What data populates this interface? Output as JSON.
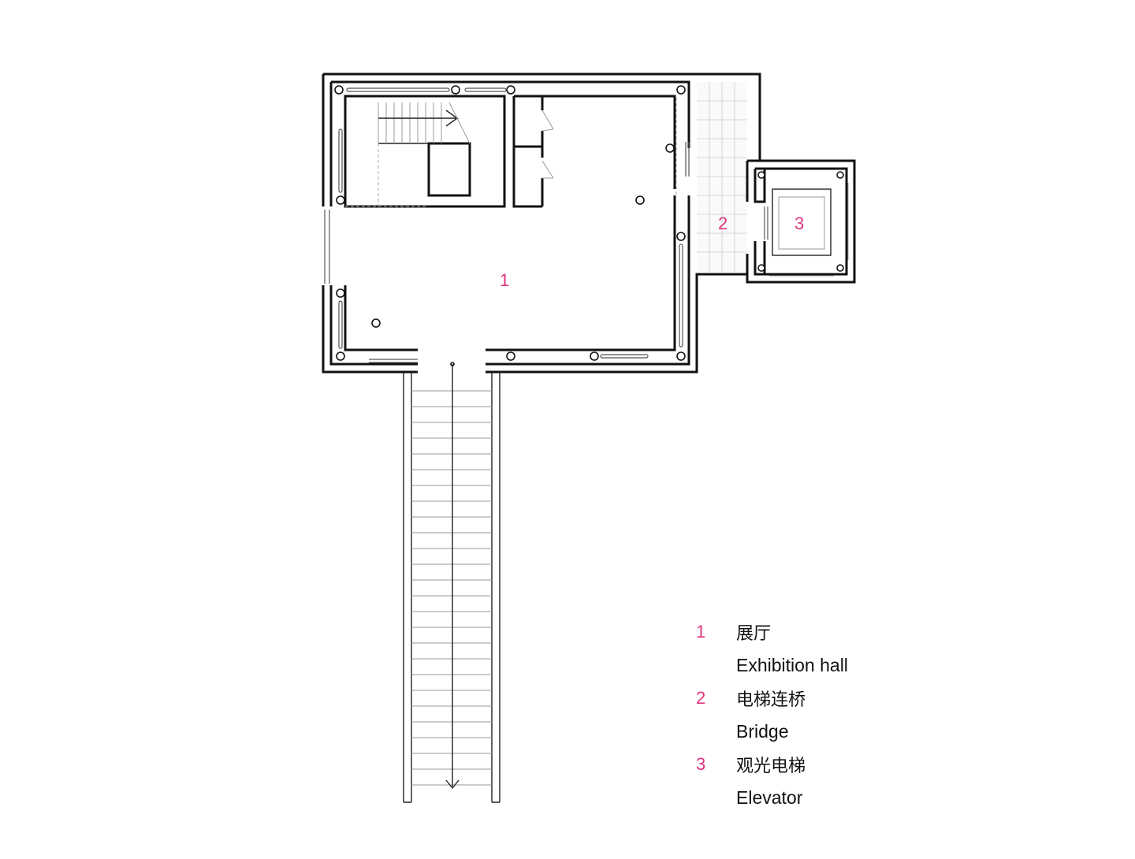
{
  "rooms": [
    {
      "num": "1",
      "zh": "展厅",
      "en": "Exhibition hall"
    },
    {
      "num": "2",
      "zh": "电梯连桥",
      "en": "Bridge"
    },
    {
      "num": "3",
      "zh": "观光电梯",
      "en": "Elevator"
    }
  ],
  "colors": {
    "label": "#e0357f",
    "line": "#111111"
  }
}
